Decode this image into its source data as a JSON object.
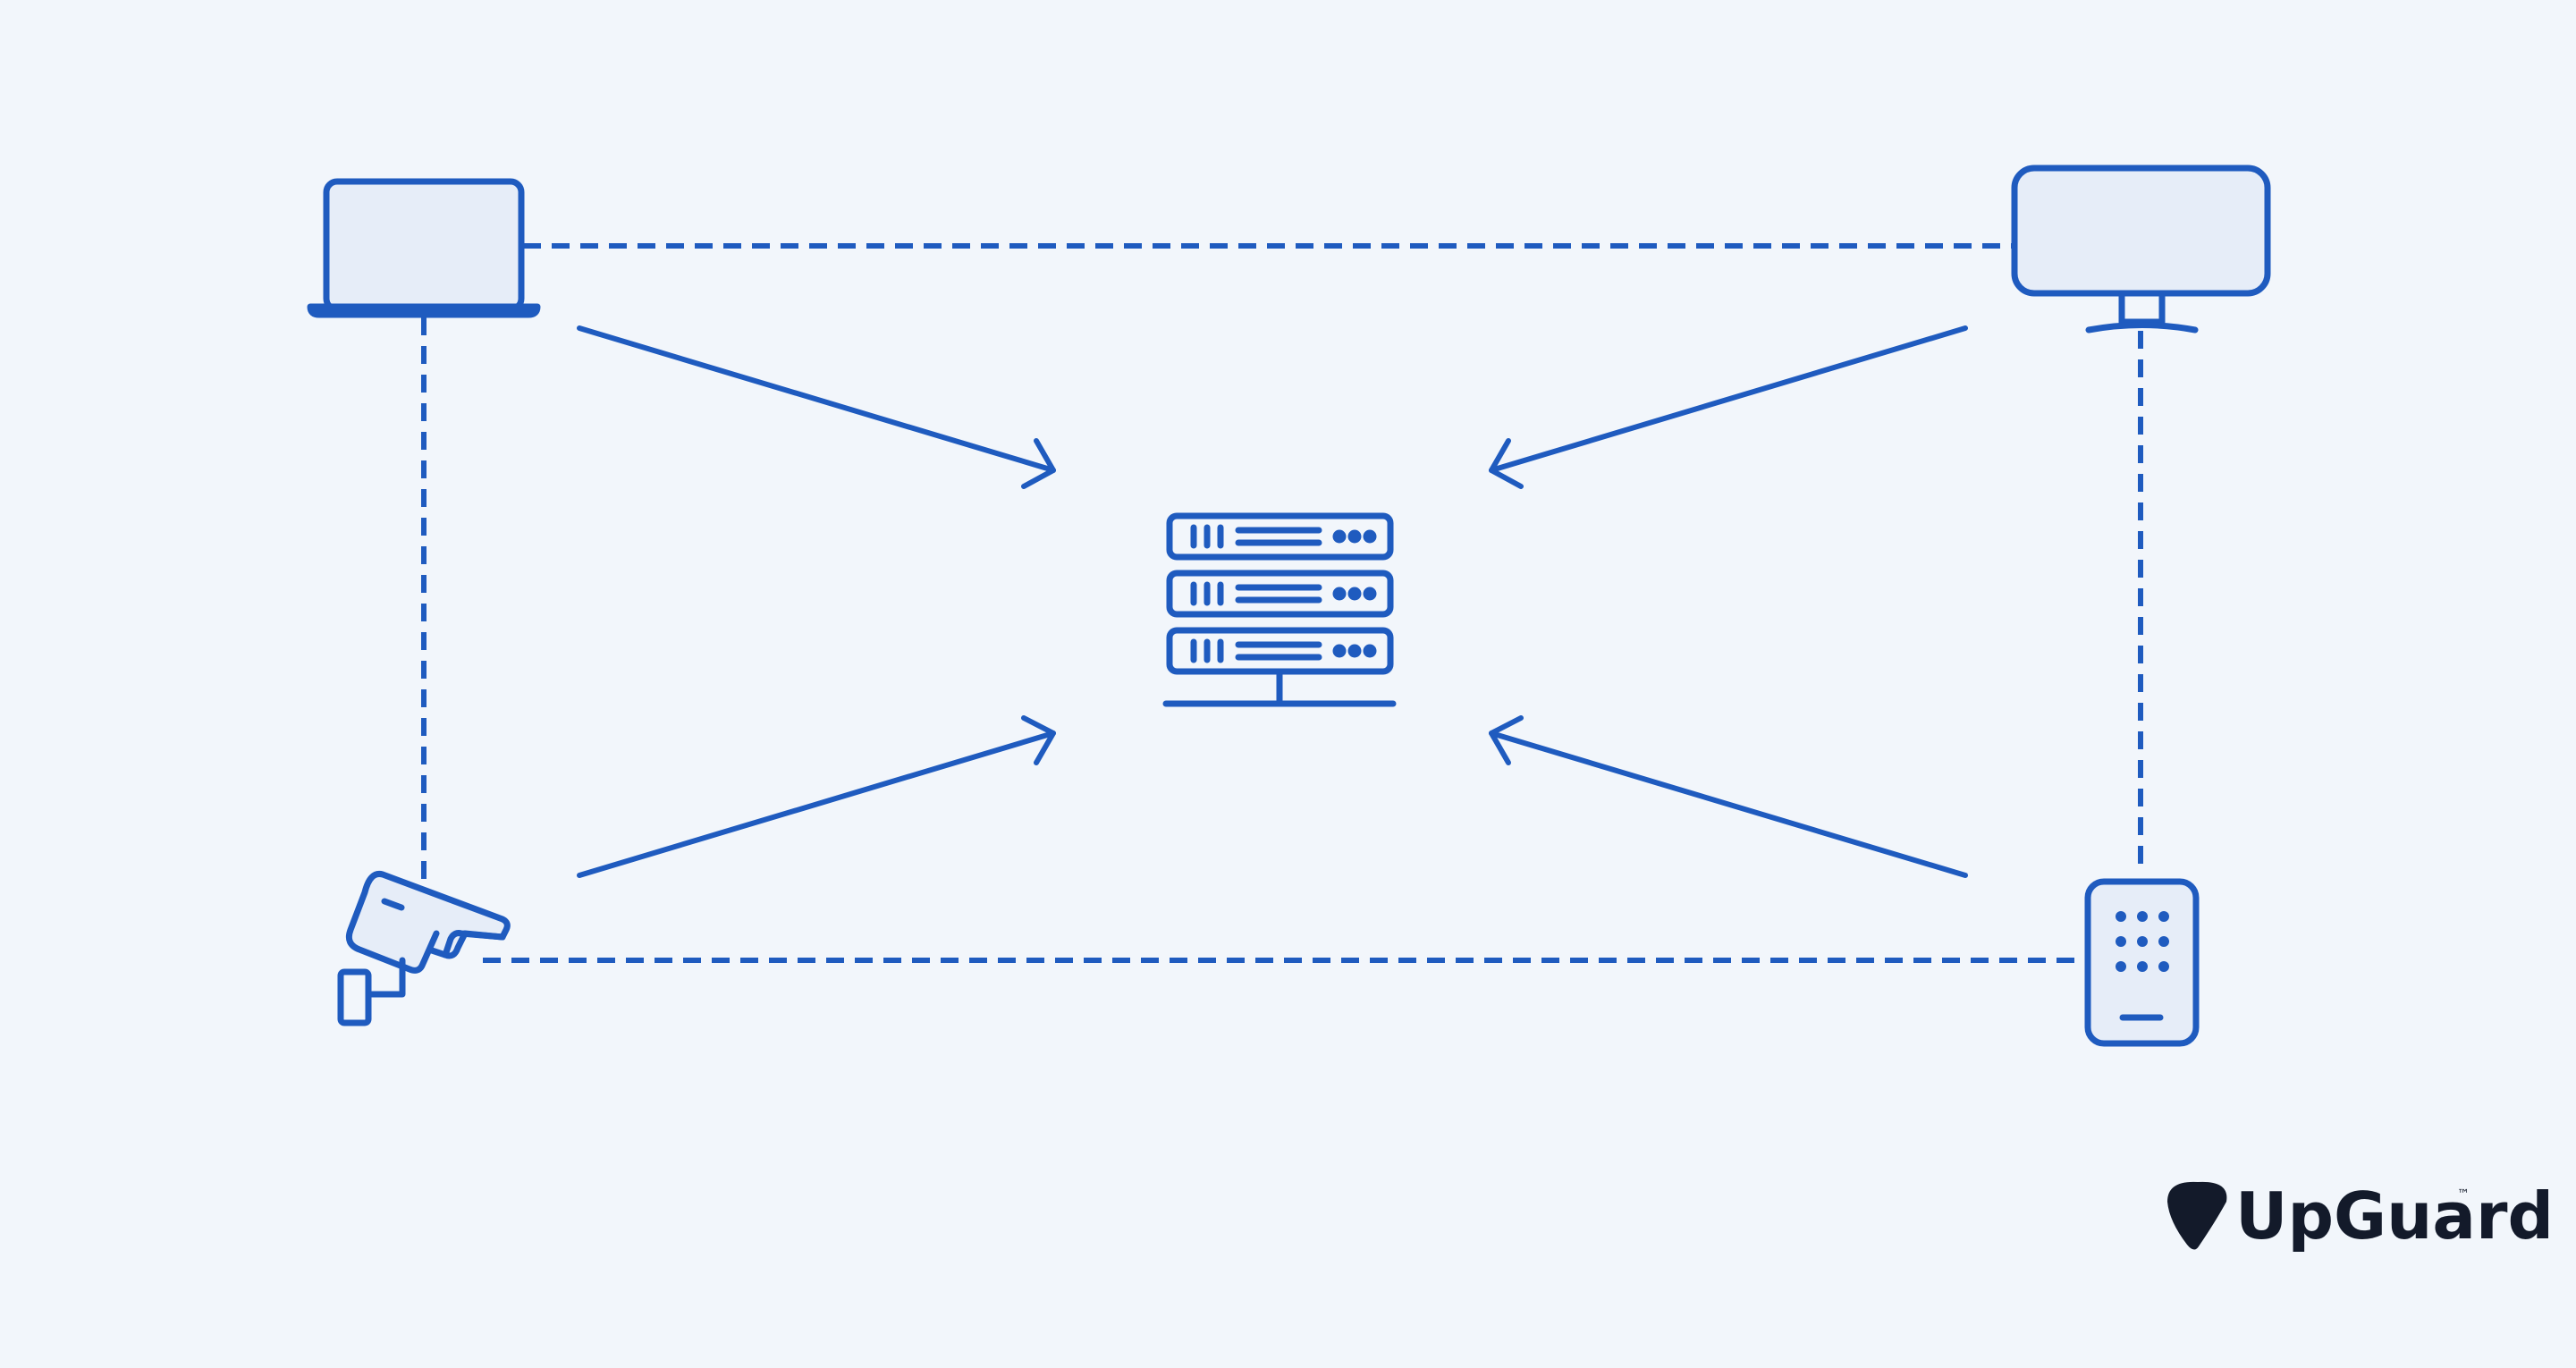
{
  "diagram": {
    "nodes": [
      {
        "id": "laptop",
        "icon": "laptop-icon"
      },
      {
        "id": "monitor",
        "icon": "desktop-monitor-icon"
      },
      {
        "id": "server",
        "icon": "server-rack-icon"
      },
      {
        "id": "camera",
        "icon": "security-camera-icon"
      },
      {
        "id": "keypad",
        "icon": "keypad-device-icon"
      }
    ],
    "connections": [
      {
        "from": "laptop",
        "to": "monitor",
        "style": "dashed"
      },
      {
        "from": "laptop",
        "to": "camera",
        "style": "dashed"
      },
      {
        "from": "monitor",
        "to": "keypad",
        "style": "dashed"
      },
      {
        "from": "camera",
        "to": "keypad",
        "style": "dashed"
      },
      {
        "from": "laptop",
        "to": "server",
        "style": "arrow"
      },
      {
        "from": "monitor",
        "to": "server",
        "style": "arrow"
      },
      {
        "from": "camera",
        "to": "server",
        "style": "arrow"
      },
      {
        "from": "keypad",
        "to": "server",
        "style": "arrow"
      }
    ]
  },
  "brand": {
    "name": "UpGuard",
    "trademark": "™",
    "logo_icon": "guitar-pick-logo-icon"
  },
  "colors": {
    "background": "#f2f6fb",
    "stroke": "#1f5bbf",
    "icon_fill": "#e6edf8",
    "logo": "#131a2a"
  }
}
